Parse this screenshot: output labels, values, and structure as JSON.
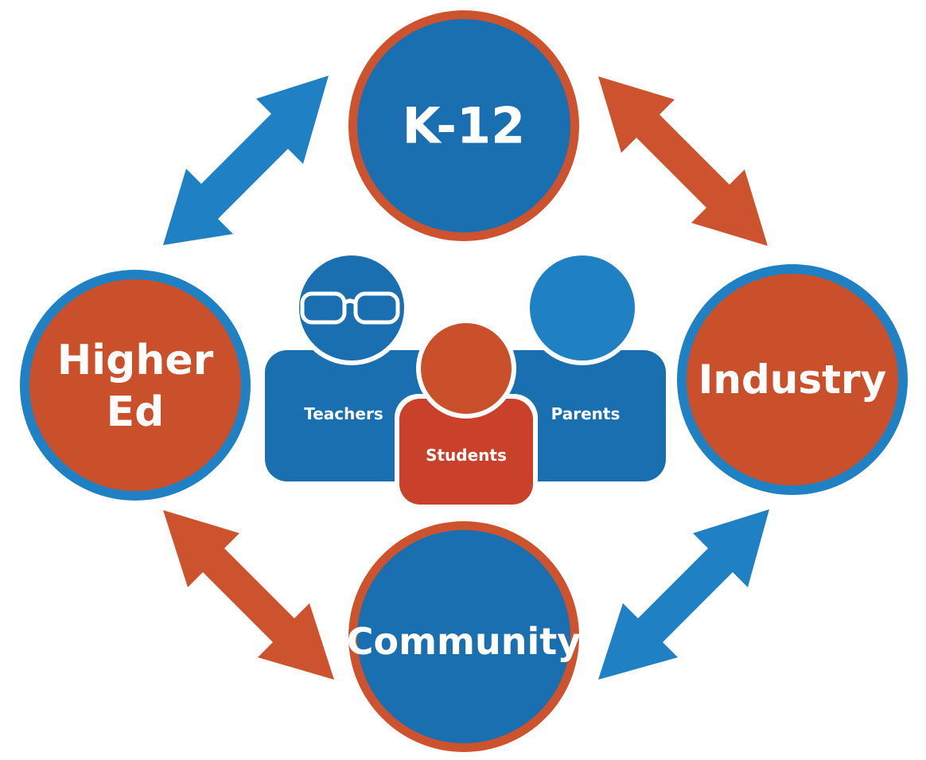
{
  "colors": {
    "blue": "#1a6fb0",
    "blue_light": "#2383c4",
    "blue_ring": "#1f7fc4",
    "orange": "#c9502b",
    "orange_ring": "#cd532e",
    "background": "#ffffff"
  },
  "nodes": {
    "k12": {
      "label": "K-12"
    },
    "higher_ed": {
      "label_line1": "Higher",
      "label_line2": "Ed"
    },
    "industry": {
      "label": "Industry"
    },
    "community": {
      "label": "Community"
    }
  },
  "people": {
    "teachers": {
      "label": "Teachers",
      "icon": "glasses-icon"
    },
    "students": {
      "label": "Students"
    },
    "parents": {
      "label": "Parents"
    }
  },
  "arrows": [
    {
      "between": [
        "higher_ed",
        "k12"
      ],
      "color": "blue",
      "type": "double-arrow"
    },
    {
      "between": [
        "k12",
        "industry"
      ],
      "color": "orange",
      "type": "double-arrow"
    },
    {
      "between": [
        "higher_ed",
        "community"
      ],
      "color": "orange",
      "type": "double-arrow"
    },
    {
      "between": [
        "community",
        "industry"
      ],
      "color": "blue",
      "type": "double-arrow"
    }
  ]
}
